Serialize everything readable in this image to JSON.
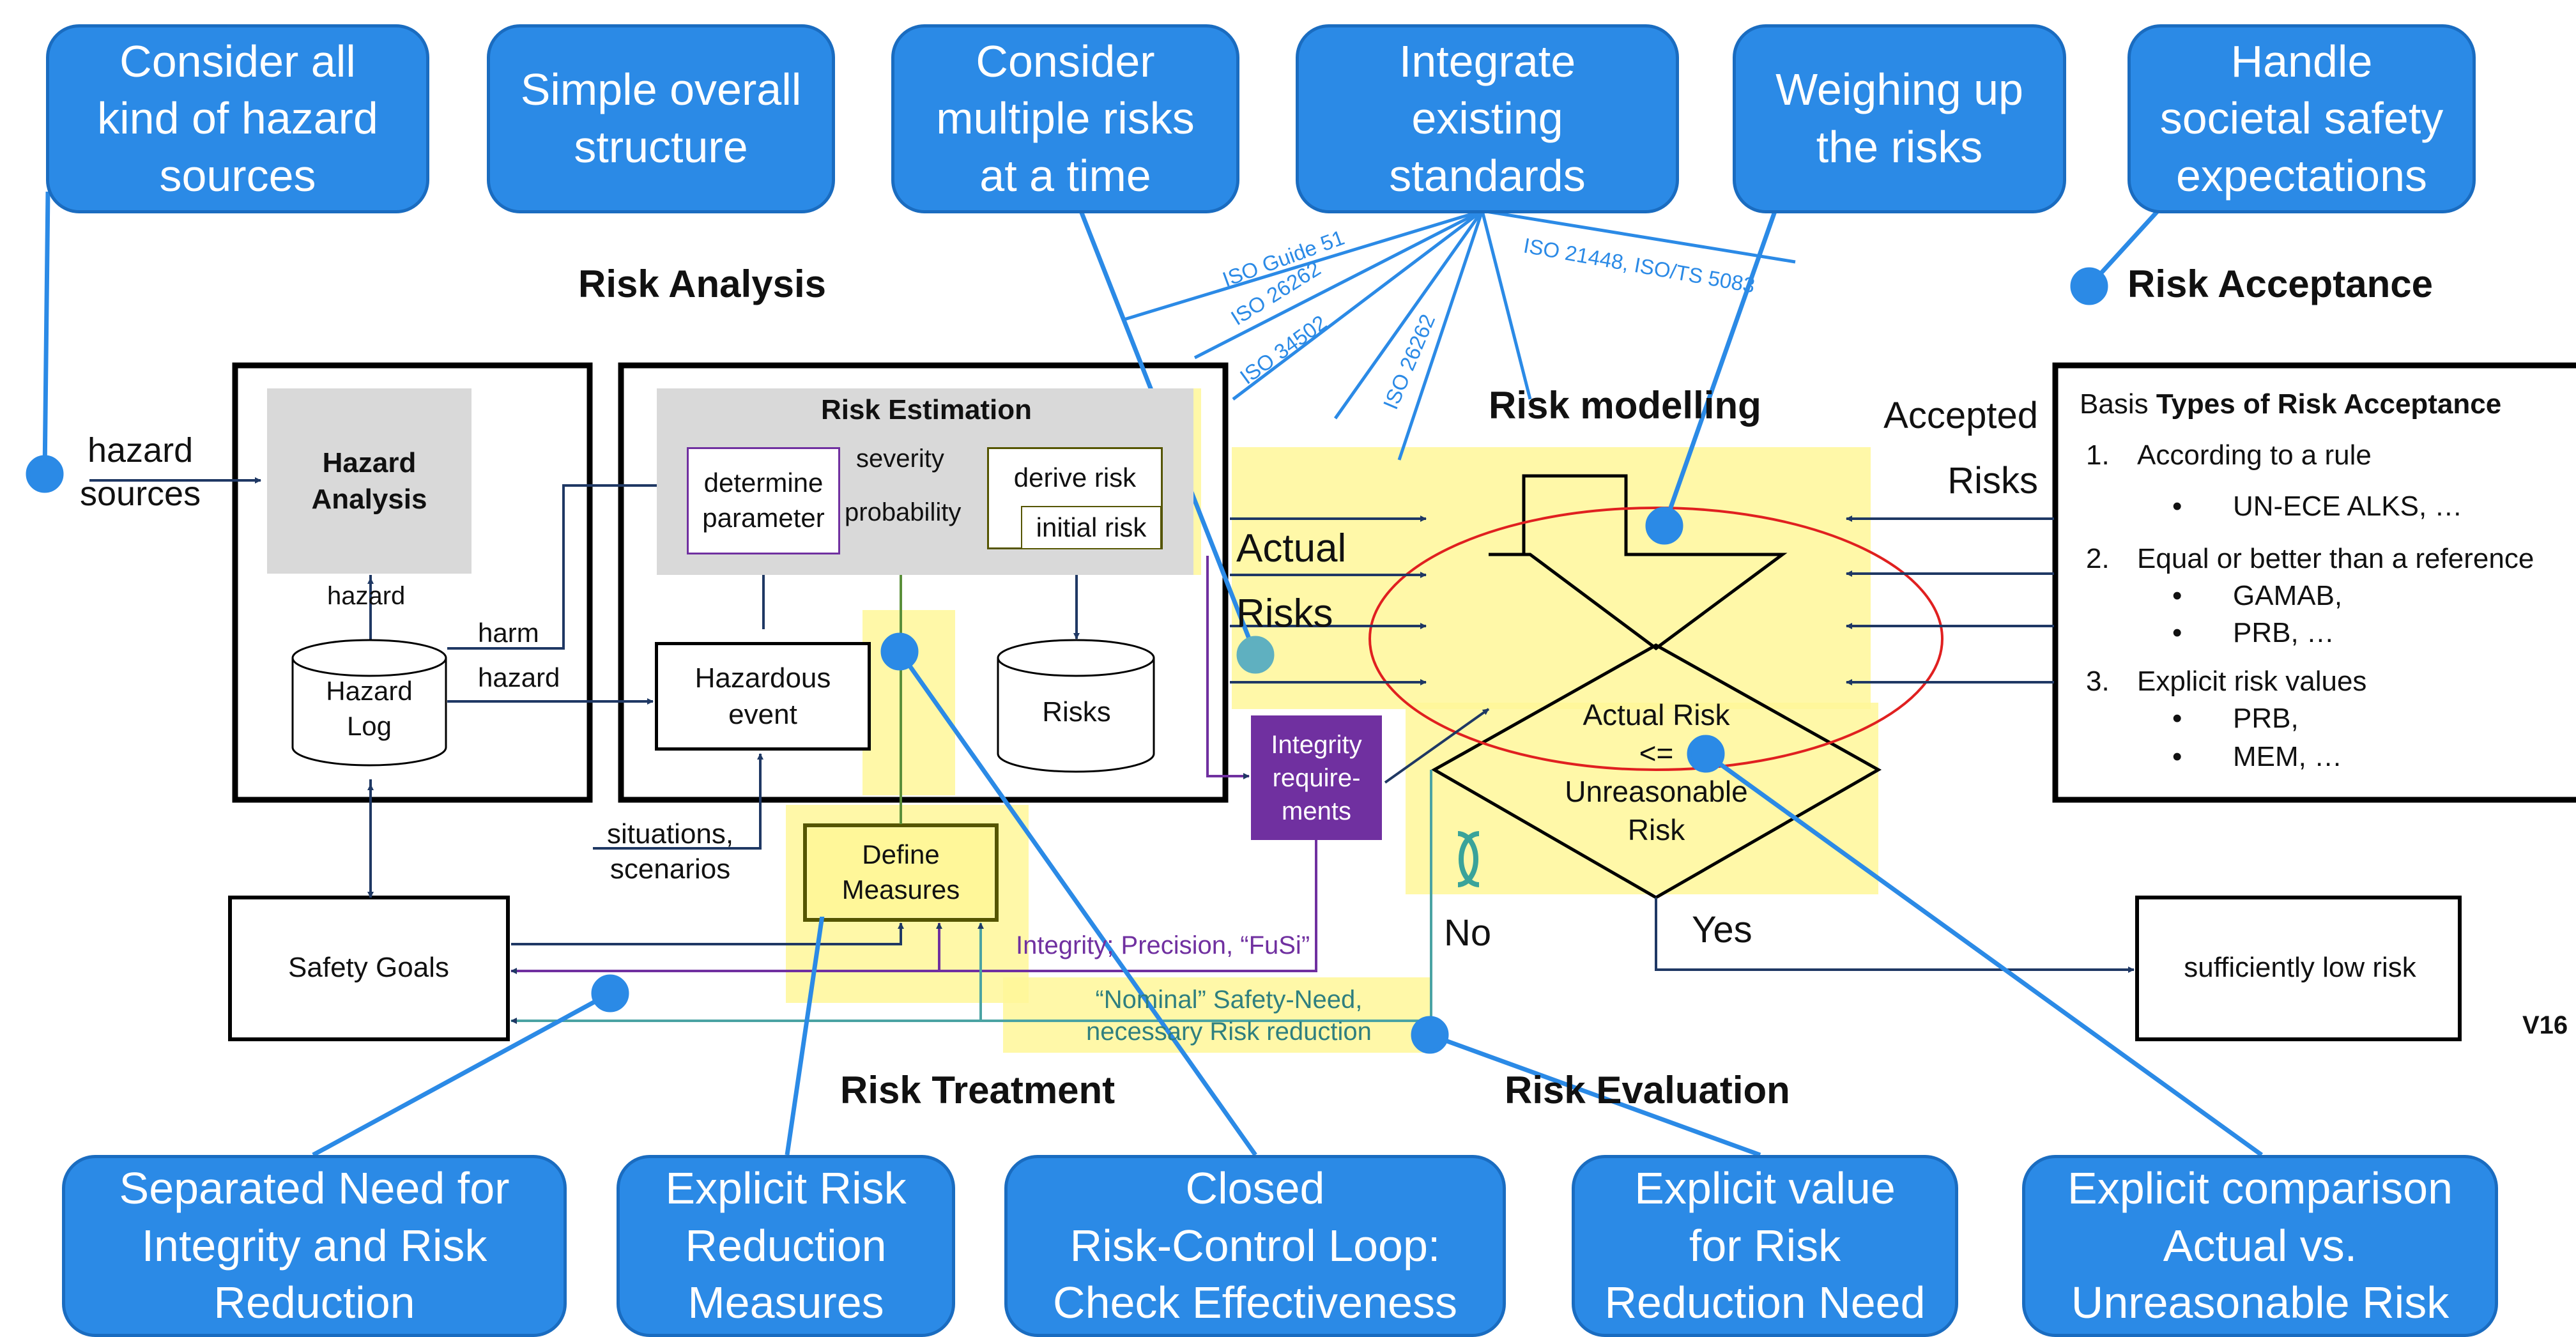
{
  "top_callouts": [
    "Consider all\nkind of hazard\nsources",
    "Simple overall\nstructure",
    "Consider\nmultiple risks\nat a time",
    "Integrate\nexisting\nstandards",
    "Weighing up\nthe risks",
    "Handle\nsocietal safety\nexpectations"
  ],
  "bottom_callouts": [
    "Separated Need for\nIntegrity and Risk\nReduction",
    "Explicit Risk\nReduction\nMeasures",
    "Closed\nRisk-Control Loop:\nCheck Effectiveness",
    "Explicit value\nfor Risk\nReduction Need",
    "Explicit comparison\nActual vs.\nUnreasonable Risk"
  ],
  "sections": {
    "risk_analysis": "Risk Analysis",
    "risk_acceptance": "Risk Acceptance",
    "risk_modelling": "Risk modelling",
    "risk_treatment": "Risk Treatment",
    "risk_evaluation": "Risk Evaluation"
  },
  "standards": [
    "ISO Guide 51",
    "ISO 26262",
    "ISO 34502",
    "ISO 26262",
    "ISO 21448, ISO/TS 5083"
  ],
  "labels": {
    "hazard_sources": "hazard\nsources",
    "hazard": "hazard",
    "harm": "harm",
    "hazard_to_event": "hazard",
    "situations": "situations,\nscenarios",
    "severity": "severity",
    "probability": "probability",
    "actual_risks": "Actual\nRisks",
    "accepted_risks": "Accepted\nRisks",
    "integrity_line": "Integrity; Precision, “FuSi”",
    "nominal_line": "“Nominal” Safety-Need,\nnecessary Risk reduction",
    "no": "No",
    "yes": "Yes",
    "version": "V16"
  },
  "boxes": {
    "hazard_analysis": "Hazard\nAnalysis",
    "hazard_log": "Hazard\nLog",
    "risk_estimation": "Risk Estimation",
    "determine_parameter": "determine\nparameter",
    "derive_risk": "derive risk",
    "initial_risk": "initial risk",
    "hazardous_event": "Hazardous\nevent",
    "risks_db": "Risks",
    "integrity_requirements": "Integrity\nrequire-\nments",
    "define_measures": "Define\nMeasures",
    "safety_goals": "Safety Goals",
    "decision": "Actual Risk\n<=\nUnreasonable\nRisk",
    "sufficiently_low": "sufficiently low risk"
  },
  "acceptance": {
    "title_plain": "Basis ",
    "title_bold": "Types of Risk Acceptance",
    "items": [
      {
        "num": "1.",
        "text": "According to a rule",
        "subs": [
          "UN-ECE ALKS, …"
        ]
      },
      {
        "num": "2.",
        "text": "Equal or better than a reference",
        "subs": [
          "GAMAB,",
          "PRB, …"
        ]
      },
      {
        "num": "3.",
        "text": "Explicit risk values",
        "subs": [
          "PRB,",
          "MEM,  …"
        ]
      }
    ]
  },
  "colors": {
    "callout_fill": "#2b8ae6",
    "callout_border": "#1a6cc0",
    "highlight": "#fff799",
    "integrity_purple": "#7030a0",
    "navy_arrow": "#1f3864",
    "ellipse_red": "#e02020",
    "teal_line": "#4aa3a3"
  }
}
